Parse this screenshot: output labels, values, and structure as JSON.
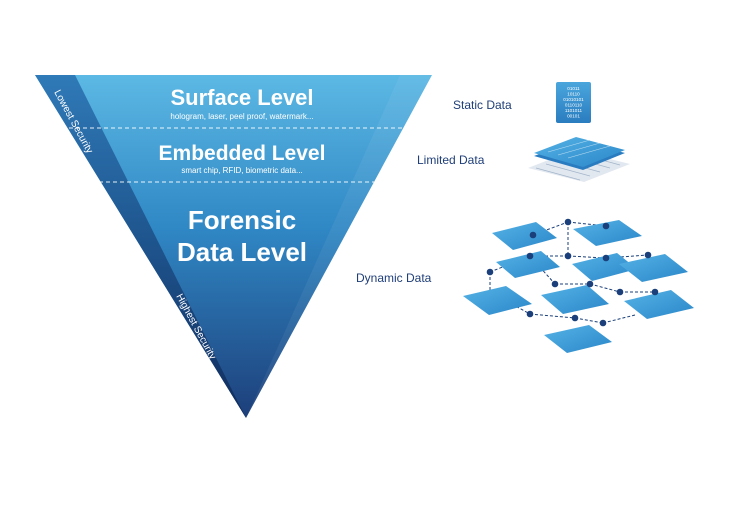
{
  "pyramid": {
    "levels": [
      {
        "title": "Surface Level",
        "subtitle": "hologram, laser, peel proof, watermark..."
      },
      {
        "title": "Embedded Level",
        "subtitle": "smart chip, RFID, biometric data..."
      },
      {
        "title_line1": "Forensic",
        "title_line2": "Data Level"
      }
    ],
    "axis_top": "Lowest Security",
    "axis_bottom": "Highest Security"
  },
  "data_types": {
    "static": "Static Data",
    "limited": "Limited Data",
    "dynamic": "Dynamic Data"
  },
  "chip_binary": [
    "01011",
    "10110",
    "01010101",
    "0110110",
    "1101011",
    "00101"
  ],
  "colors": {
    "pyramid_top": "#5cb8e4",
    "pyramid_bottom": "#1d3f7a",
    "edge_dark": "#163a72",
    "tile": "#3a9ad6",
    "node": "#1a3f7a"
  }
}
